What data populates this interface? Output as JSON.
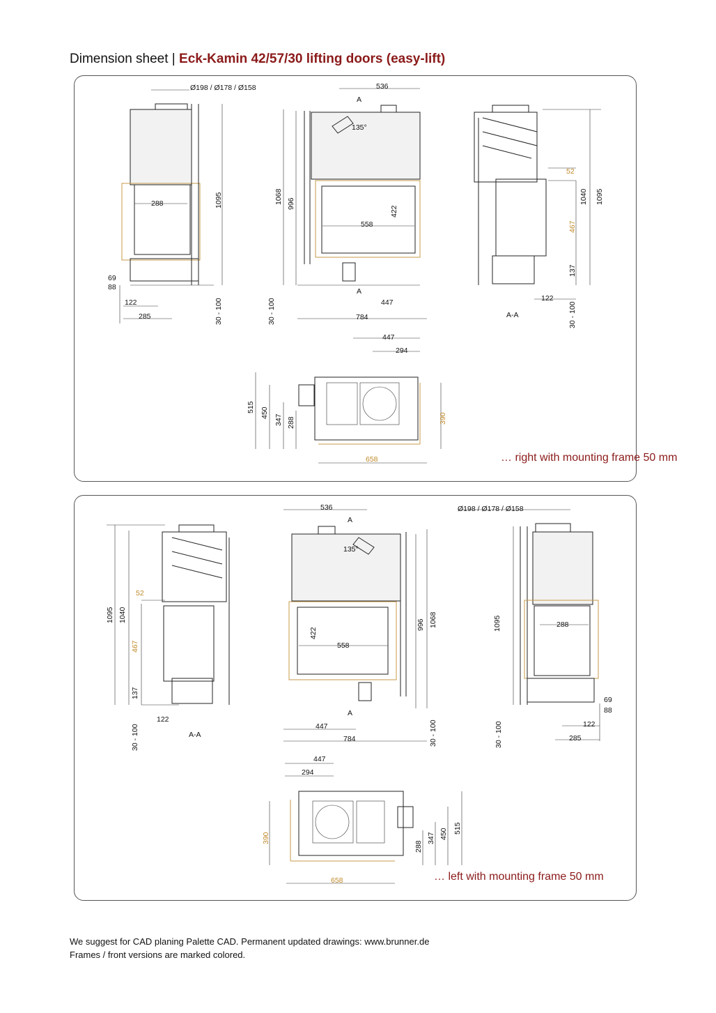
{
  "header": {
    "prefix": "Dimension sheet | ",
    "product": "Eck-Kamin 42/57/30 lifting doors (easy-lift)"
  },
  "top_panel": {
    "caption": "… right with mounting frame 50 mm",
    "flue": "Ø198 / Ø178 / Ø158",
    "dims": {
      "d536": "536",
      "d1068": "1068",
      "d996": "996",
      "d1095": "1095",
      "d1040": "1040",
      "d288": "288",
      "d558": "558",
      "d422": "422",
      "d467": "467",
      "d52": "52",
      "d69": "69",
      "d88": "88",
      "d122": "122",
      "d285": "285",
      "d447": "447",
      "d784": "784",
      "d137": "137",
      "adj": "30 - 100",
      "angle": "135°",
      "secA": "A",
      "secAA": "A-A",
      "p447": "447",
      "p294": "294",
      "p515": "515",
      "p450": "450",
      "p347": "347",
      "p288": "288",
      "p390": "390",
      "p658": "658"
    }
  },
  "bottom_panel": {
    "caption": "… left with mounting frame 50 mm",
    "flue": "Ø198 / Ø178 / Ø158",
    "dims": {
      "d536": "536",
      "d1068": "1068",
      "d996": "996",
      "d1095": "1095",
      "d1040": "1040",
      "d288": "288",
      "d558": "558",
      "d422": "422",
      "d467": "467",
      "d52": "52",
      "d69": "69",
      "d88": "88",
      "d122": "122",
      "d285": "285",
      "d447": "447",
      "d784": "784",
      "d137": "137",
      "adj": "30 - 100",
      "angle": "135°",
      "secA": "A",
      "secAA": "A-A",
      "p447": "447",
      "p294": "294",
      "p515": "515",
      "p450": "450",
      "p347": "347",
      "p288": "288",
      "p390": "390",
      "p658": "658"
    }
  },
  "footer": {
    "line1": "We suggest for CAD planing Palette CAD. Permanent updated drawings: www.brunner.de",
    "line2": "Frames / front versions are marked colored."
  }
}
